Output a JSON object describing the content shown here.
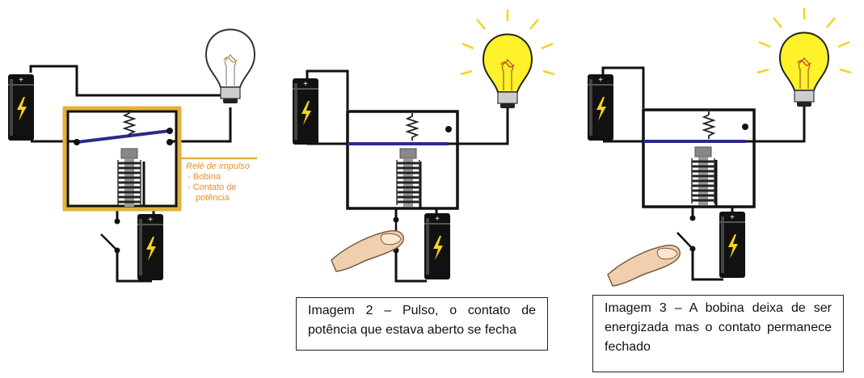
{
  "relay_legend": {
    "title": "Relé de impulso",
    "item1": "- Bobina",
    "item2": "- Contato de",
    "item2b": "potência"
  },
  "captions": {
    "image2": "Imagem 2 – Pulso, o contato de potência que estava aberto se fecha",
    "image3": "Imagem 3 – A bobina deixa de ser energizada mas o contato permanece fechado"
  },
  "colors": {
    "relay_box_highlight": "#e3b23c",
    "legend_text": "#e8912c",
    "contact_bar": "#2b2a8c",
    "bulb_on": "#fff12a",
    "battery_bolt": "#f4d21f"
  },
  "icons": [
    "battery-icon",
    "lamp-icon",
    "spring-icon",
    "coil-icon",
    "finger-icon",
    "switch-icon",
    "bolt-icon"
  ]
}
